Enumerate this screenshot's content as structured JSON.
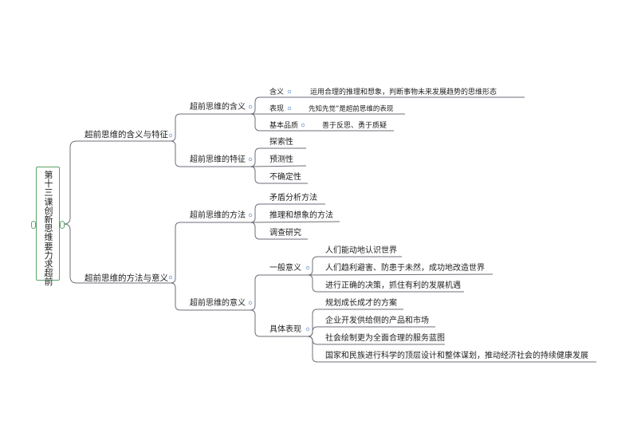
{
  "root": {
    "text": "第十三课 创新思维要力求超前"
  },
  "branches": [
    {
      "label": "超前思维的含义与特征",
      "children": [
        {
          "label": "超前思维的含义",
          "children": [
            {
              "label": "含义",
              "note": "运用合理的推理和想象，判断事物未来发展趋势的思维形态"
            },
            {
              "label": "表现",
              "note": "先知先觉”是超前思维的表现"
            },
            {
              "label": "基本品质",
              "note": "善于反思、勇于质疑"
            }
          ]
        },
        {
          "label": "超前思维的特征",
          "children": [
            {
              "label": "探索性"
            },
            {
              "label": "预测性"
            },
            {
              "label": "不确定性"
            }
          ]
        }
      ]
    },
    {
      "label": "超前思维的方法与意义",
      "children": [
        {
          "label": "超前思维的方法",
          "children": [
            {
              "label": "矛盾分析方法"
            },
            {
              "label": "推理和想象的方法"
            },
            {
              "label": "调查研究"
            }
          ]
        },
        {
          "label": "超前思维的意义",
          "children": [
            {
              "label": "一般意义",
              "children": [
                {
                  "label": "人们能动地认识世界"
                },
                {
                  "label": "人们趋利避害、防患于未然，成功地改造世界"
                },
                {
                  "label": "进行正确的决策，抓住有利的发展机遇"
                }
              ]
            },
            {
              "label": "具体表现",
              "children": [
                {
                  "label": "规划成长成才的方案"
                },
                {
                  "label": "企业开发供给侧的产品和市场"
                },
                {
                  "label": "社会绘制更为全面合理的服务蓝图"
                },
                {
                  "label": "国家和民族进行科学的顶层设计和整体谋划，推动经济社会的持续健康发展"
                }
              ]
            }
          ]
        }
      ]
    }
  ],
  "colors": {
    "line": "#6e6e78",
    "root_border": "#5aa36a",
    "collapse_dot": "#7aa2d6",
    "text": "#222222"
  }
}
